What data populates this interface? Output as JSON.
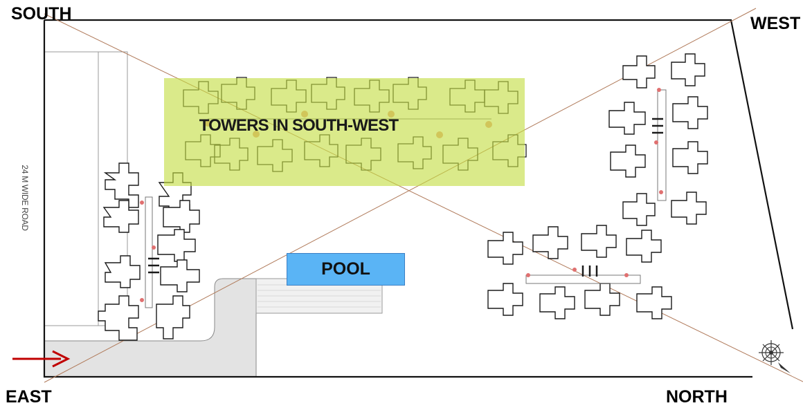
{
  "directions": {
    "south": "SOUTH",
    "west": "WEST",
    "east": "EAST",
    "north": "NORTH"
  },
  "road_label": "24 M WIDE ROAD",
  "zones": {
    "towers": "TOWERS IN SOUTH-WEST",
    "pool": "POOL"
  },
  "colors": {
    "towers_highlight": "#c4dd42",
    "pool": "#5ab4f5",
    "entry_arrow": "#c00000",
    "diagonals": "#b07a5a",
    "boundary": "#111111",
    "paving": "#e3e3e3"
  },
  "icons": {
    "entry": "entry-arrow-icon",
    "compass": "compass-icon"
  }
}
